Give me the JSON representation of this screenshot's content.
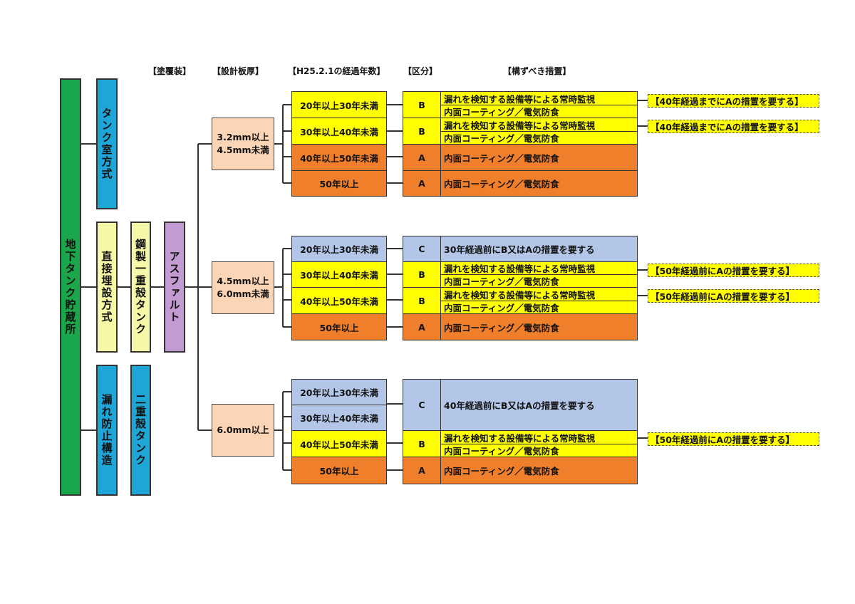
{
  "headers": {
    "coating": "【塗覆装】",
    "thickness": "【設計板厚】",
    "years": "【H25.2.1の経過年数】",
    "category": "【区分】",
    "measures": "【構ずべき措置】"
  },
  "facility": "地下タンク貯蔵所",
  "methods": [
    "タンク室方式",
    "直接埋設方式",
    "漏れ防止構造"
  ],
  "tanks": [
    "鋼製一重殻タンク",
    "二重殻タンク"
  ],
  "coating": "アスファルト",
  "groups": [
    {
      "thickness": [
        "3.2mm以上",
        "4.5mm未満"
      ],
      "rows": [
        {
          "years": "20年以上30年未満",
          "cat": "B",
          "measures": [
            "漏れを検知する設備等による常時監視",
            "内面コーティング／電気防食"
          ],
          "note": "【40年経過までにAの措置を要する】"
        },
        {
          "years": "30年以上40年未満",
          "cat": "B",
          "measures": [
            "漏れを検知する設備等による常時監視",
            "内面コーティング／電気防食"
          ],
          "note": "【40年経過までにAの措置を要する】"
        },
        {
          "years": "40年以上50年未満",
          "cat": "A",
          "measures": [
            "内面コーティング／電気防食"
          ]
        },
        {
          "years": "50年以上",
          "cat": "A",
          "measures": [
            "内面コーティング／電気防食"
          ]
        }
      ]
    },
    {
      "thickness": [
        "4.5mm以上",
        "6.0mm未満"
      ],
      "rows": [
        {
          "years": "20年以上30年未満",
          "cat": "C",
          "measures": [
            "30年経過前にB又はAの措置を要する"
          ]
        },
        {
          "years": "30年以上40年未満",
          "cat": "B",
          "measures": [
            "漏れを検知する設備等による常時監視",
            "内面コーティング／電気防食"
          ],
          "note": "【50年経過前にAの措置を要する】"
        },
        {
          "years": "40年以上50年未満",
          "cat": "B",
          "measures": [
            "漏れを検知する設備等による常時監視",
            "内面コーティング／電気防食"
          ],
          "note": "【50年経過前にAの措置を要する】"
        },
        {
          "years": "50年以上",
          "cat": "A",
          "measures": [
            "内面コーティング／電気防食"
          ]
        }
      ]
    },
    {
      "thickness": [
        "6.0mm以上"
      ],
      "rows": [
        {
          "years": "20年以上30年未満",
          "cat": "C",
          "measures": [
            "40年経過前にB又はAの措置を要する"
          ]
        },
        {
          "years": "30年以上40年未満"
        },
        {
          "years": "40年以上50年未満",
          "cat": "B",
          "measures": [
            "漏れを検知する設備等による常時監視",
            "内面コーティング／電気防食"
          ],
          "note": "【50年経過前にAの措置を要する】"
        },
        {
          "years": "50年以上",
          "cat": "A",
          "measures": [
            "内面コーティング／電気防食"
          ]
        }
      ]
    }
  ],
  "colors": {
    "facility": "#1aa64a",
    "method": "#1ea7d6",
    "methodDirect": "#f7f7a8",
    "tankSingle": "#f7f7a8",
    "tankDouble": "#1ea7d6",
    "coating": "#c39bd3",
    "thickness": "#fbd5b5",
    "catA": "#f07f2c",
    "catB": "#ffff00",
    "catC": "#b3c6e7"
  }
}
